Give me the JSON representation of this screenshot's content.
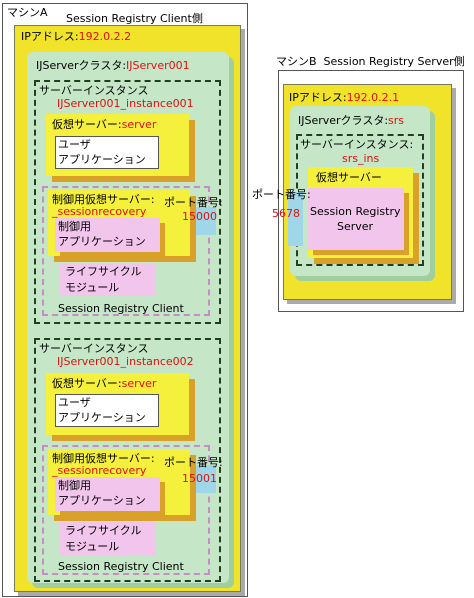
{
  "machine_a": {
    "title": "マシンA",
    "subtitle": "Session Registry Client側",
    "ip_label": "IPアドレス:",
    "ip_value": "192.0.2.2",
    "cluster_label": "IJServerクラスタ:",
    "cluster_value": "IJServer001",
    "instances": [
      {
        "label": "サーバーインスタンス",
        "name": "IJServer001_instance001",
        "vserver_label": "仮想サーバー:",
        "vserver_value": "server",
        "user_app_line1": "ユーザ",
        "user_app_line2": "アプリケーション",
        "ctrl_label": "制御用仮想サーバー:",
        "ctrl_value": "_sessionrecovery",
        "ctrl_app_line1": "制御用",
        "ctrl_app_line2": "アプリケーション",
        "lifecycle_line1": "ライフサイクル",
        "lifecycle_line2": "モジュール",
        "client_label": "Session Registry Client",
        "port_label": "ポート番号:",
        "port_value": "15000"
      },
      {
        "label": "サーバーインスタンス",
        "name": "IJServer001_instance002",
        "vserver_label": "仮想サーバー:",
        "vserver_value": "server",
        "user_app_line1": "ユーザ",
        "user_app_line2": "アプリケーション",
        "ctrl_label": "制御用仮想サーバー:",
        "ctrl_value": "_sessionrecovery",
        "ctrl_app_line1": "制御用",
        "ctrl_app_line2": "アプリケーション",
        "lifecycle_line1": "ライフサイクル",
        "lifecycle_line2": "モジュール",
        "client_label": "Session Registry Client",
        "port_label": "ポート番号:",
        "port_value": "15001"
      }
    ]
  },
  "machine_b": {
    "title": "マシンB",
    "subtitle": "Session Registry Server側",
    "ip_label": "IPアドレス:",
    "ip_value": "192.0.2.1",
    "cluster_label": "IJServerクラスタ:",
    "cluster_value": "srs",
    "instance_label": "サーバーインスタンス:",
    "instance_name": "srs_ins",
    "vserver_label": "仮想サーバー",
    "server_line1": "Session Registry",
    "server_line2": "Server",
    "port_label": "ポート番号:",
    "port_value": "5678"
  }
}
